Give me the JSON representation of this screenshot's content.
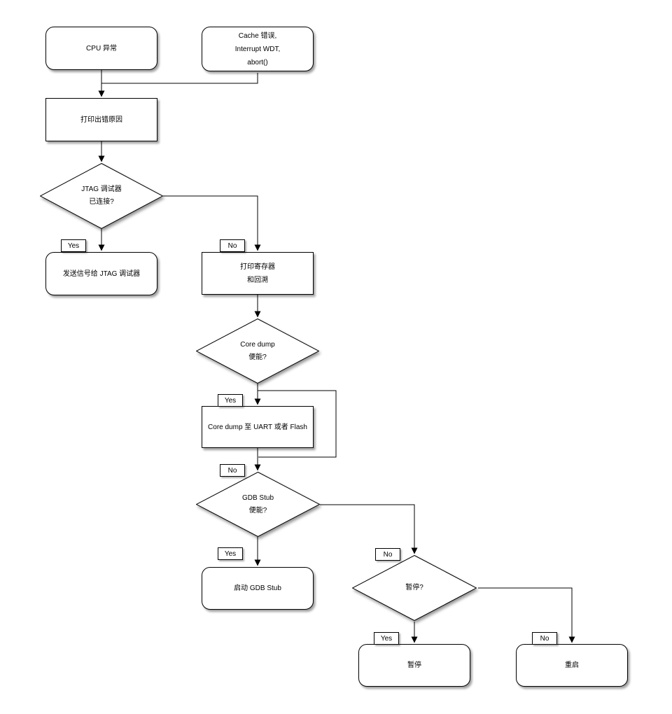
{
  "diagram": {
    "title": "panic-handler-flowchart",
    "nodes": {
      "cpu_exception": {
        "label": "CPU 异常"
      },
      "cache_error": {
        "lines": [
          "Cache 错误,",
          "Interrupt WDT,",
          "abort()"
        ]
      },
      "print_reason": {
        "label": "打印出错原因"
      },
      "jtag_connected": {
        "lines": [
          "JTAG 调试器",
          "已连接?"
        ]
      },
      "send_jtag": {
        "label": "发送信号给 JTAG 调试器"
      },
      "print_registers": {
        "lines": [
          "打印寄存器",
          "和回溯"
        ]
      },
      "coredump_enabled": {
        "lines": [
          "Core dump",
          "便能?"
        ]
      },
      "coredump_out": {
        "label": "Core dump 至 UART 或者 Flash"
      },
      "gdbstub_enabled": {
        "lines": [
          "GDB Stub",
          "便能?"
        ]
      },
      "start_gdbstub": {
        "label": "启动 GDB Stub"
      },
      "halt_question": {
        "label": "暂停?"
      },
      "halt": {
        "label": "暂停"
      },
      "reboot": {
        "label": "重启"
      }
    },
    "edge_labels": {
      "yes": "Yes",
      "no": "No"
    },
    "colors": {
      "shape_fill": "#ffffff",
      "stroke": "#000000"
    }
  }
}
